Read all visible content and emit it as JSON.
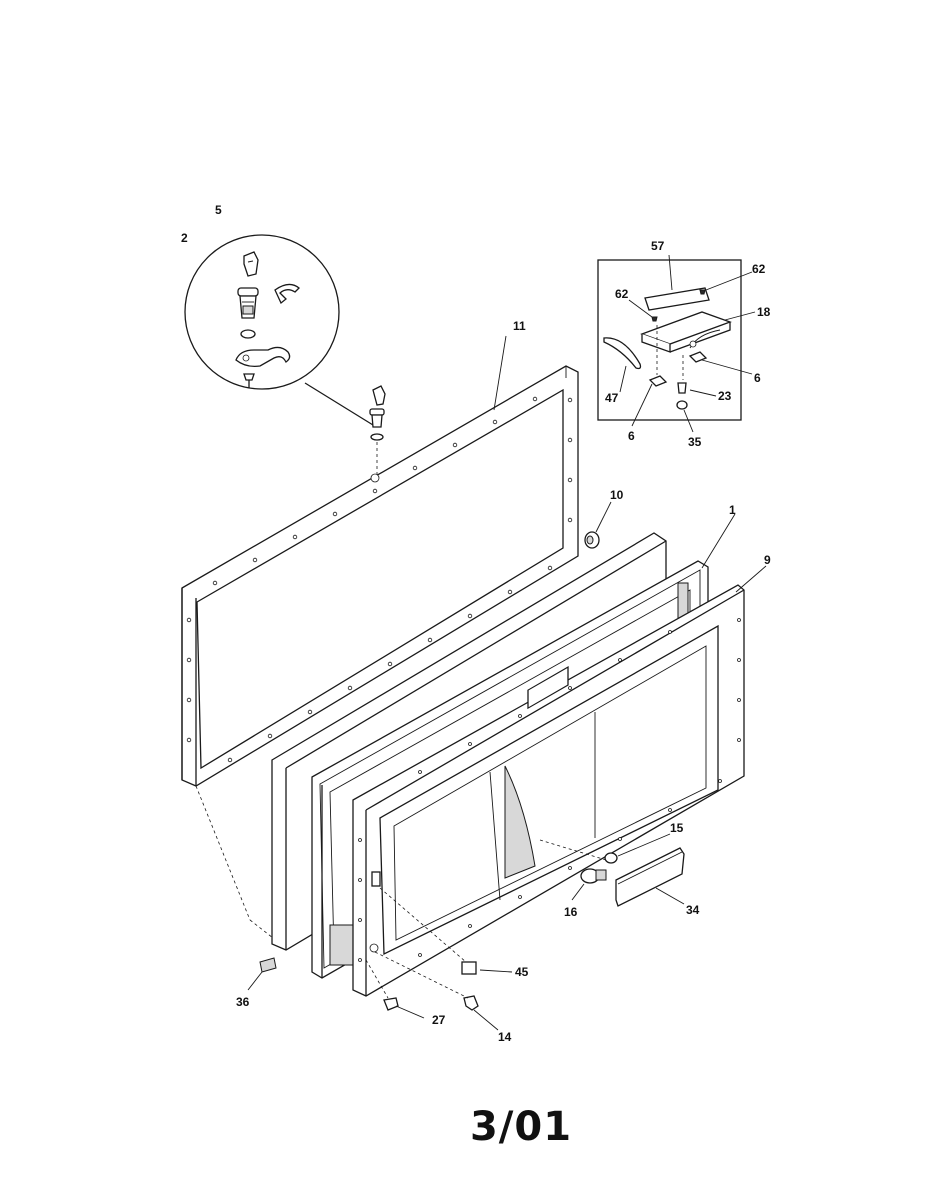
{
  "callouts": {
    "c1": "1",
    "c2": "2",
    "c5": "5",
    "c6a": "6",
    "c6b": "6",
    "c9": "9",
    "c10": "10",
    "c11": "11",
    "c14": "14",
    "c15": "15",
    "c16": "16",
    "c18": "18",
    "c23": "23",
    "c27": "27",
    "c34": "34",
    "c35": "35",
    "c36": "36",
    "c45": "45",
    "c47": "47",
    "c57": "57",
    "c62a": "62",
    "c62b": "62"
  },
  "footer": {
    "date": "3/01"
  }
}
